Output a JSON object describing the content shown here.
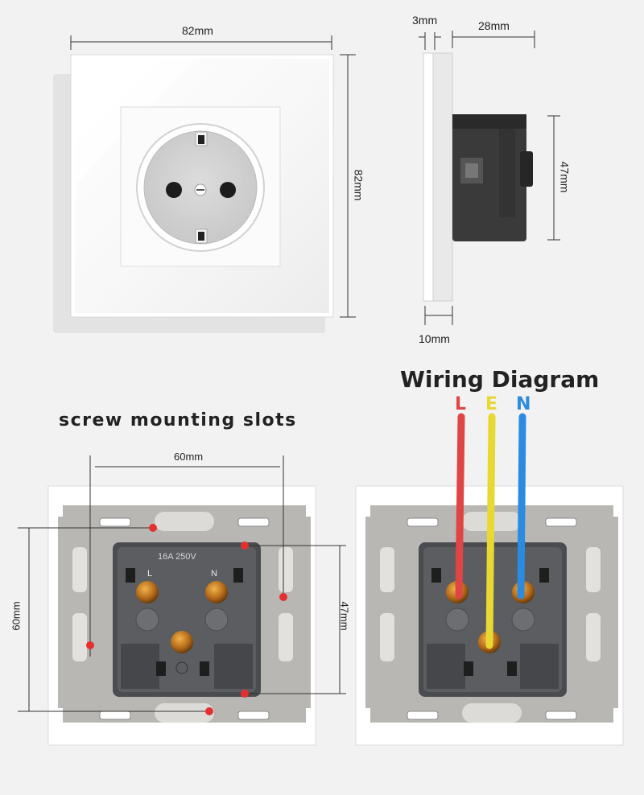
{
  "front_view": {
    "width_label": "82mm",
    "height_label": "82mm"
  },
  "side_view": {
    "glass_label": "3mm",
    "depth_label": "28mm",
    "module_height_label": "47mm",
    "frame_depth_label": "10mm"
  },
  "mounting": {
    "title": "screw mounting slots",
    "horizontal_label": "60mm",
    "vertical_label": "60mm",
    "module_label": "47mm",
    "module_marking": "16A 250V",
    "pin_left": "L",
    "pin_right": "N"
  },
  "wiring": {
    "title": "Wiring Diagram",
    "wires": [
      {
        "letter": "L",
        "color": "#e04545"
      },
      {
        "letter": "E",
        "color": "#e8d832"
      },
      {
        "letter": "N",
        "color": "#2b8be0"
      }
    ]
  },
  "colors": {
    "dim_line": "#333333",
    "marker": "#e53030",
    "frame": "#ffffff",
    "mount_plate": "#b9b7b3",
    "module": "#5b5d61"
  }
}
